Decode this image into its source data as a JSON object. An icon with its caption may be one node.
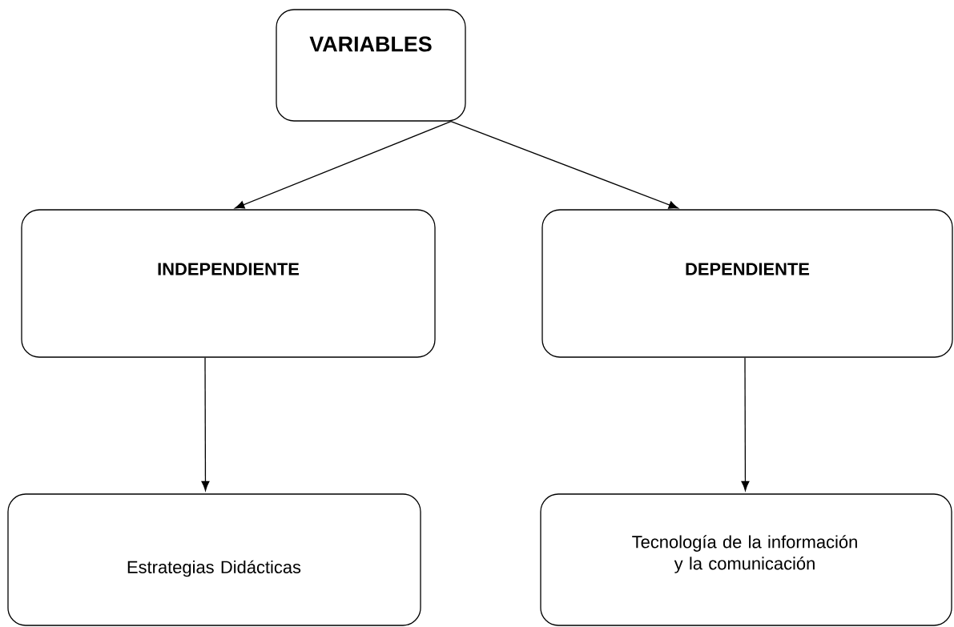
{
  "diagram": {
    "nodes": [
      {
        "text": [
          "VARIABLES"
        ]
      },
      {
        "text": [
          "INDEPENDIENTE"
        ]
      },
      {
        "text": [
          "DEPENDIENTE"
        ]
      },
      {
        "text": [
          "Estrategias Didácticas"
        ]
      },
      {
        "text": [
          "Tecnología de la información y la comunicación"
        ]
      }
    ],
    "edges": [
      {
        "from": 0,
        "to": 1,
        "arrow": "to"
      },
      {
        "from": 0,
        "to": 2,
        "arrow": "to"
      },
      {
        "from": 1,
        "to": 3,
        "arrow": "to"
      },
      {
        "from": 2,
        "to": 4,
        "arrow": "to"
      }
    ]
  }
}
